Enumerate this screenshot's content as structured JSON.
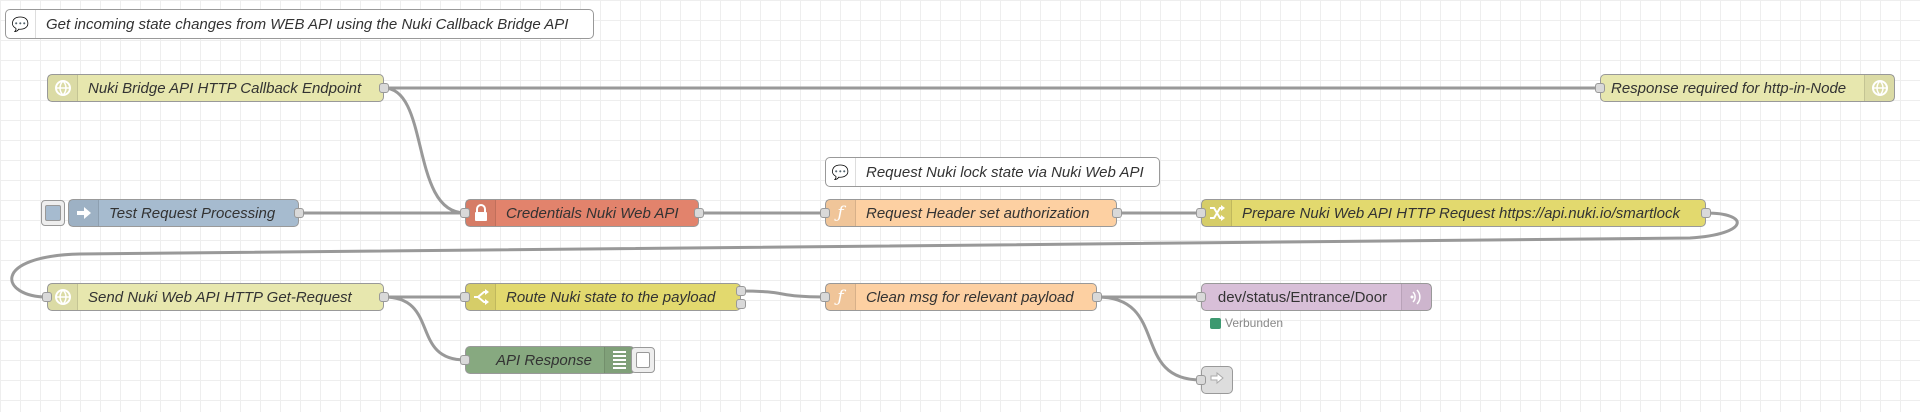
{
  "flow": {
    "comments": {
      "title": "Get incoming state changes from WEB API using the Nuki Callback Bridge API",
      "request_lock": "Request Nuki lock state via Nuki Web API"
    },
    "nodes": {
      "http_in": {
        "label": "Nuki Bridge API HTTP Callback Endpoint",
        "icon": "globe-icon",
        "color": "#e7e7ae"
      },
      "http_response": {
        "label": "Response required for http-in-Node",
        "icon": "globe-icon",
        "color": "#e7e7ae"
      },
      "inject": {
        "label": "Test Request Processing",
        "icon": "arrow-in-icon",
        "color": "#a6bbcf"
      },
      "credentials": {
        "label": "Credentials Nuki Web API",
        "icon": "lock-icon",
        "color": "#e2836c"
      },
      "header_function": {
        "label": "Request Header set authorization",
        "icon": "function-icon",
        "color": "#fdd0a2"
      },
      "prepare_request": {
        "label": "Prepare Nuki Web API HTTP Request https://api.nuki.io/smartlock",
        "icon": "shuffle-icon",
        "color": "#e2d96e"
      },
      "http_request": {
        "label": "Send Nuki Web API HTTP Get-Request",
        "icon": "globe-icon",
        "color": "#e7e7ae"
      },
      "switch": {
        "label": "Route Nuki state to the payload",
        "icon": "switch-icon",
        "color": "#e2d96e"
      },
      "clean_function": {
        "label": "Clean msg for relevant payload",
        "icon": "function-icon",
        "color": "#fdd0a2"
      },
      "mqtt_out": {
        "label": "dev/status/Entrance/Door",
        "icon": "mqtt-icon",
        "color": "#d8bfd8",
        "status": "Verbunden",
        "status_color": "#3d9970"
      },
      "debug": {
        "label": "API Response",
        "icon": "debug-icon",
        "color": "#87a980"
      },
      "link_out": {
        "icon": "link-out-icon",
        "color": "#dddddd"
      }
    }
  }
}
